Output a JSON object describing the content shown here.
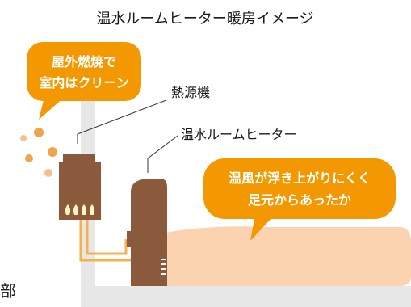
{
  "title": "温水ルームヒーター暖房イメージ",
  "callout_outdoor": {
    "line1": "屋外燃焼で",
    "line2": "室内はクリーン"
  },
  "label_heat_source": "熱源機",
  "label_room_heater": "温水ルームヒーター",
  "callout_warm_air": {
    "line1": "温風が浮き上がりにくく",
    "line2": "足元からあったか"
  },
  "bottom_text_fragment": "部",
  "colors": {
    "callout_orange": "#f39800",
    "equipment_brown": "#8b5a3c",
    "pipe_orange": "#f5b24a",
    "warm_air_peach": "#fbd3b0",
    "wall_gray": "#e7e7e7",
    "smoke_orange": "#f0a44b",
    "flame": "#fff3c0"
  }
}
